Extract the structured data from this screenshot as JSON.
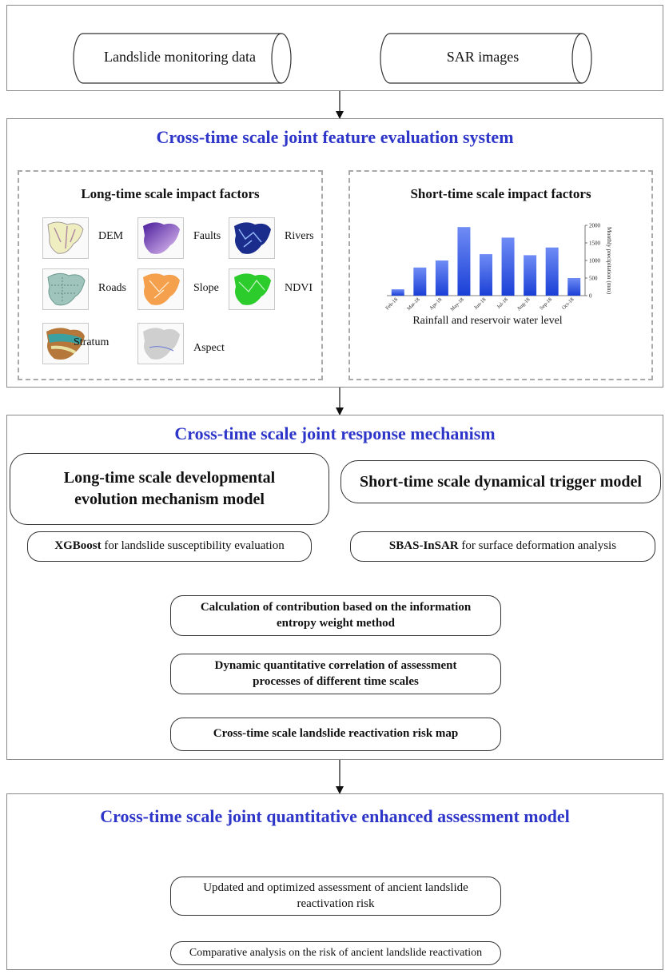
{
  "inputs": {
    "monitoring": "Landslide monitoring data",
    "sar": "SAR images"
  },
  "section1": {
    "title": "Cross-time scale joint feature evaluation system",
    "long_title": "Long-time scale impact factors",
    "short_title": "Short-time scale impact factors",
    "factors": [
      "DEM",
      "Faults",
      "Rivers",
      "Roads",
      "Slope",
      "NDVI",
      "Stratum",
      "Aspect"
    ],
    "chart_caption": "Rainfall and reservoir water level"
  },
  "section2": {
    "title": "Cross-time scale joint response mechanism",
    "long_model": "Long-time scale developmental evolution mechanism model",
    "short_model": "Short-time scale dynamical trigger model",
    "xgb_bold": "XGBoost",
    "xgb_rest": " for landslide susceptibility evaluation",
    "sbas_bold": "SBAS-InSAR",
    "sbas_rest": " for surface deformation analysis",
    "step1": "Calculation of contribution based on the information entropy weight method",
    "step2": "Dynamic quantitative correlation of assessment processes of different time scales",
    "step3": "Cross-time scale landslide reactivation risk map"
  },
  "section3": {
    "title": "Cross-time scale joint quantitative enhanced assessment model",
    "step1": "Updated and optimized assessment of ancient landslide reactivation risk",
    "step2": "Comparative analysis on the risk of ancient landslide reactivation"
  },
  "chart_data": {
    "type": "bar",
    "categories": [
      "Feb-18",
      "Mar-18",
      "Apr-18",
      "May-18",
      "Jun-18",
      "Jul-18",
      "Aug-18",
      "Sep-18",
      "Oct-18"
    ],
    "values": [
      180,
      800,
      1000,
      1950,
      1180,
      1650,
      1150,
      1370,
      500
    ],
    "ylabel": "Monthly precipitation (mm)",
    "yticks": [
      0,
      500,
      1000,
      1500,
      2000
    ],
    "ylim": [
      0,
      2000
    ],
    "y_axis_side": "right",
    "grid": false,
    "colors": {
      "bar_top": "#6f8cf5",
      "bar_bottom": "#1a3fd6"
    }
  },
  "colors": {
    "title": "#2e36c9"
  }
}
